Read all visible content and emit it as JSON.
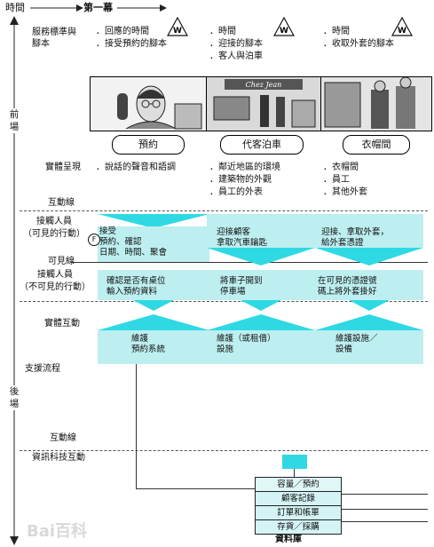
{
  "header": {
    "time": "時間",
    "act": "第一幕"
  },
  "side": {
    "front_stage": "前\n場",
    "back_stage": "後\n場"
  },
  "rows": {
    "service_standards": "服務標準與\n腳本",
    "physical_evidence": "實體呈現",
    "line_interaction": "互動線",
    "onstage_contact": "接觸人員\n（可見的行動）",
    "line_visibility": "可見線",
    "backstage_contact": "接觸人員\n（不可見的行動）",
    "physical_interaction": "實體互動",
    "support_processes": "支援流程",
    "line_interaction_2": "互動線",
    "it_interaction": "資訊科技互動"
  },
  "standards": [
    {
      "lines": [
        "．回應的時間",
        "．接受預約的腳本"
      ],
      "icon": "w-triangle-icon"
    },
    {
      "lines": [
        "．時間",
        "．迎接的腳本",
        "．客人與泊車"
      ],
      "icon": "w-triangle-icon"
    },
    {
      "lines": [
        "．時間",
        "．收取外套的腳本"
      ],
      "icon": "w-triangle-icon"
    }
  ],
  "w_label": "W",
  "scenes": [
    {
      "caption": "預約"
    },
    {
      "caption": "代客泊車",
      "sign": "Chez Jean"
    },
    {
      "caption": "衣帽間"
    }
  ],
  "evidence": [
    [
      "．說話的聲音和語調"
    ],
    [
      "．鄰近地區的環境",
      "．建築物的外觀",
      "．員工的外表"
    ],
    [
      "．衣帽間",
      "．員工",
      "．其他外套"
    ]
  ],
  "onstage": [
    {
      "lines": [
        "接受",
        "預約、確認",
        "日期、時間、聚會"
      ],
      "badge": "F"
    },
    {
      "lines": [
        "迎接顧客",
        "拿取汽車鑰匙"
      ]
    },
    {
      "lines": [
        "迎接、拿取外套，",
        "給外套憑證"
      ]
    }
  ],
  "backstage": [
    [
      "確認是否有桌位",
      "輸入預約資料"
    ],
    [
      "將車子開到",
      "停車場"
    ],
    [
      "在可見的憑證號",
      "碼上將外套掛好"
    ]
  ],
  "support": [
    [
      "維護",
      "預約系統"
    ],
    [
      "維護（或租借）",
      "設施"
    ],
    [
      "維護設施／",
      "設備"
    ]
  ],
  "database": {
    "rows": [
      "容量／預約",
      "顧客記錄",
      "訂單和帳單",
      "存貨／採購"
    ],
    "label": "資料庫"
  },
  "watermark": "Bai百科",
  "colors": {
    "block": "#bdeef0",
    "arrow": "#2fd9e4"
  }
}
